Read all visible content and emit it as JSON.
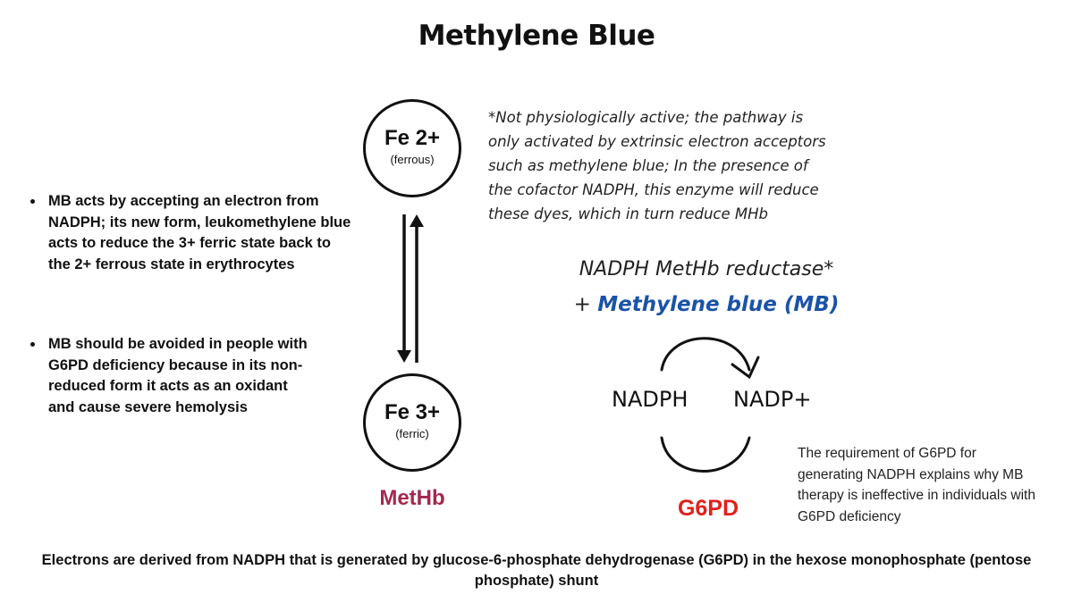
{
  "title": "Methylene Blue",
  "bullets": [
    "MB acts by accepting an electron from NADPH; its new form, leukomethylene blue acts to reduce the 3+ ferric state back to the 2+ ferrous state in erythrocytes",
    "MB should be avoided in people with G6PD deficiency because in its non-reduced form it acts as an oxidant and cause severe hemolysis"
  ],
  "iron_states": {
    "top": {
      "ion": "Fe 2+",
      "state": "(ferrous)"
    },
    "bottom": {
      "ion": "Fe 3+",
      "state": "(ferric)"
    }
  },
  "methb_label": "MetHb",
  "note": "*Not physiologically active; the pathway is only activated by extrinsic electron acceptors such as methylene blue; In the presence of the cofactor NADPH, this enzyme will reduce these dyes, which in turn reduce MHb",
  "enzyme_label": "NADPH MetHb reductase*",
  "mb_prefix": "+ ",
  "mb_label": "Methylene blue (MB)",
  "cycle": {
    "left": "NADPH",
    "right": "NADP+",
    "enzyme": "G6PD"
  },
  "side_note": "The requirement of G6PD for generating NADPH explains why MB therapy is ineffective in individuals with G6PD deficiency",
  "footer": "Electrons are derived from NADPH that is generated by glucose-6-phosphate dehydrogenase (G6PD) in the hexose monophosphate (pentose phosphate) shunt",
  "colors": {
    "methb": "#a3284f",
    "mb": "#1a53a8",
    "g6pd": "#e0211c"
  }
}
